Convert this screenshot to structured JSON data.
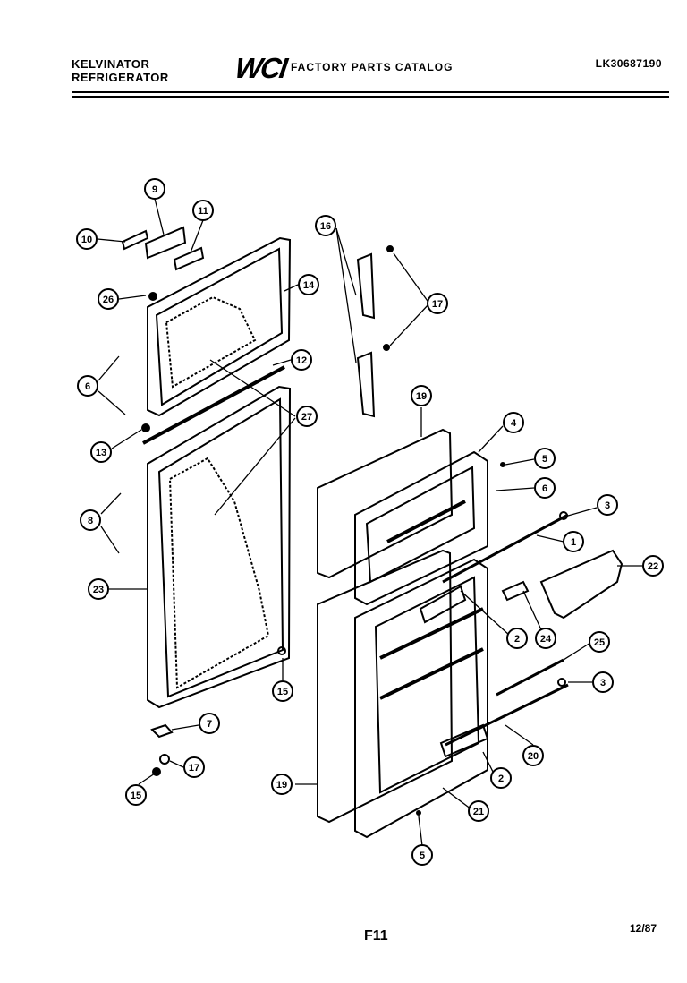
{
  "header": {
    "brand_line1": "KELVINATOR",
    "brand_line2": "REFRIGERATOR",
    "logo": "WCI",
    "catalog_title": "FACTORY PARTS CATALOG",
    "model_number": "LK30687190"
  },
  "footer": {
    "page_code": "F11",
    "date": "12/87"
  },
  "callouts": [
    {
      "id": "c9-top",
      "label": "9"
    },
    {
      "id": "c11",
      "label": "11"
    },
    {
      "id": "c10-top",
      "label": "10"
    },
    {
      "id": "c26",
      "label": "26"
    },
    {
      "id": "c14",
      "label": "14"
    },
    {
      "id": "c6-left",
      "label": "6"
    },
    {
      "id": "c12",
      "label": "12"
    },
    {
      "id": "c27",
      "label": "27"
    },
    {
      "id": "c13",
      "label": "13"
    },
    {
      "id": "c8",
      "label": "8"
    },
    {
      "id": "c23",
      "label": "23"
    },
    {
      "id": "c15-right",
      "label": "15"
    },
    {
      "id": "c7",
      "label": "7"
    },
    {
      "id": "c17-bottom",
      "label": "17"
    },
    {
      "id": "c15-bottom",
      "label": "15"
    },
    {
      "id": "c16",
      "label": "16"
    },
    {
      "id": "c17-top",
      "label": "17"
    },
    {
      "id": "c19-top",
      "label": "19"
    },
    {
      "id": "c4",
      "label": "4"
    },
    {
      "id": "c5-top",
      "label": "5"
    },
    {
      "id": "c6-right",
      "label": "6"
    },
    {
      "id": "c3-top",
      "label": "3"
    },
    {
      "id": "c1",
      "label": "1"
    },
    {
      "id": "c22",
      "label": "22"
    },
    {
      "id": "c2-top",
      "label": "2"
    },
    {
      "id": "c24",
      "label": "24"
    },
    {
      "id": "c25",
      "label": "25"
    },
    {
      "id": "c3-bottom",
      "label": "3"
    },
    {
      "id": "c20",
      "label": "20"
    },
    {
      "id": "c19-bottom",
      "label": "19"
    },
    {
      "id": "c2-bottom",
      "label": "2"
    },
    {
      "id": "c21",
      "label": "21"
    },
    {
      "id": "c5-bottom",
      "label": "5"
    }
  ]
}
